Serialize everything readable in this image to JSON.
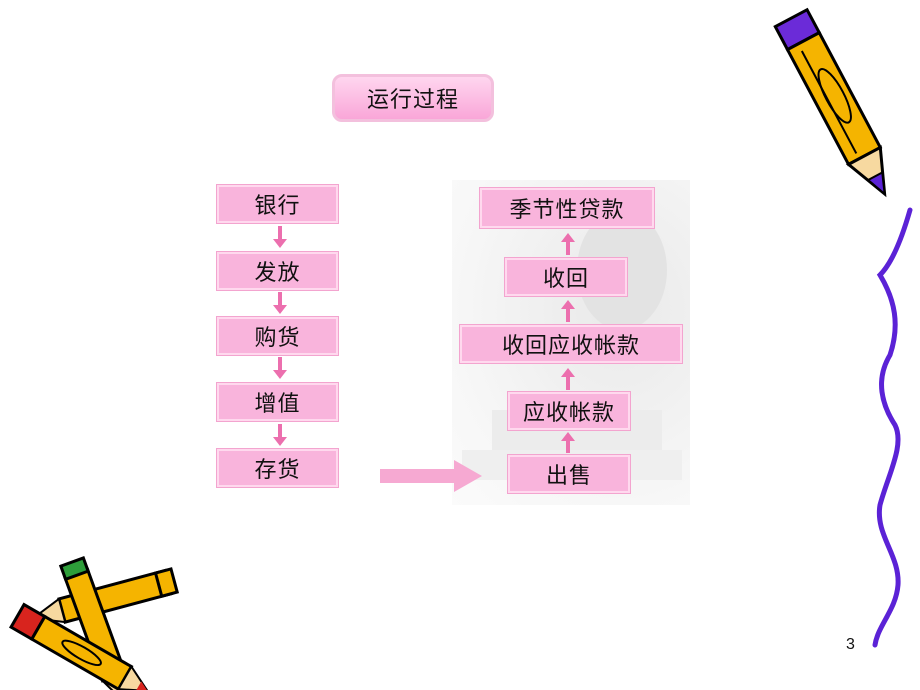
{
  "title": "运行过程",
  "left_flow": [
    "银行",
    "发放",
    "购货",
    "增值",
    "存货"
  ],
  "right_flow_top_to_bottom": [
    "季节性贷款",
    "收回",
    "收回应收帐款",
    "应收帐款",
    "出售"
  ],
  "page_number": "3",
  "colors": {
    "box_fill": "#f9b4dc",
    "arrow": "#ec6fae",
    "big_arrow": "#f6a9d2",
    "squiggle": "#5b22d6"
  },
  "icons": [
    "pencil-icon",
    "crossed-pencils-icon",
    "squiggle-line"
  ]
}
